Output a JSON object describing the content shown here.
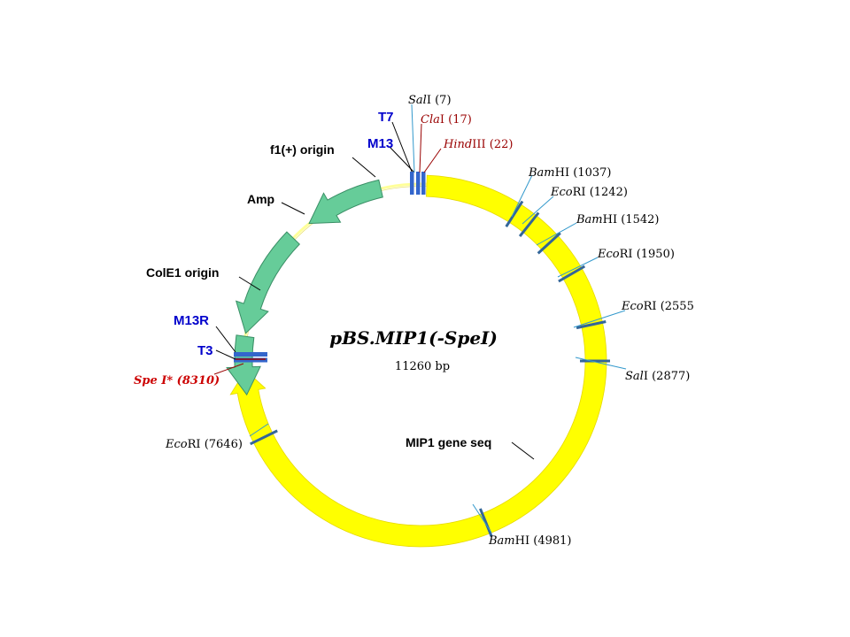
{
  "plasmid": {
    "name": "pBS.MIP1(-SpeI)",
    "size": "11260 bp",
    "gene_label": "MIP1 gene seq"
  },
  "colors": {
    "backbone": "#ffff00",
    "feature_arrow": "#66cc99",
    "site_tick": "#336699",
    "primer": "#3366cc",
    "primer_text": "#0000cc",
    "red_site": "#990000",
    "spe_label": "#cc0000",
    "leader_blue": "#3399cc"
  },
  "features": {
    "f1": "f1(+) origin",
    "amp": "Amp",
    "cole1": "ColE1 origin"
  },
  "primers": {
    "t7": "T7",
    "m13": "M13",
    "m13r": "M13R",
    "t3": "T3"
  },
  "sites": {
    "sal1": {
      "name": "Sal",
      "suffix": "I",
      "pos": "(7)"
    },
    "cla1": {
      "name": "Cla",
      "suffix": "I",
      "pos": "(17)"
    },
    "hind3": {
      "name": "Hind",
      "suffix": "III",
      "pos": "(22)"
    },
    "bam1037": {
      "name": "Bam",
      "suffix": "HI",
      "pos": "(1037)"
    },
    "eco1242": {
      "name": "Eco",
      "suffix": "RI",
      "pos": "(1242)"
    },
    "bam1542": {
      "name": "Bam",
      "suffix": "HI",
      "pos": "(1542)"
    },
    "eco1950": {
      "name": "Eco",
      "suffix": "RI",
      "pos": "(1950)"
    },
    "eco2555": {
      "name": "Eco",
      "suffix": "RI",
      "pos": "(2555"
    },
    "sal2877": {
      "name": "Sal",
      "suffix": "I",
      "pos": "(2877)"
    },
    "bam4981": {
      "name": "Bam",
      "suffix": "HI",
      "pos": "(4981)"
    },
    "eco7646": {
      "name": "Eco",
      "suffix": "RI",
      "pos": "(7646)"
    },
    "spe8310": {
      "label": "Spe I* (8310)"
    }
  }
}
